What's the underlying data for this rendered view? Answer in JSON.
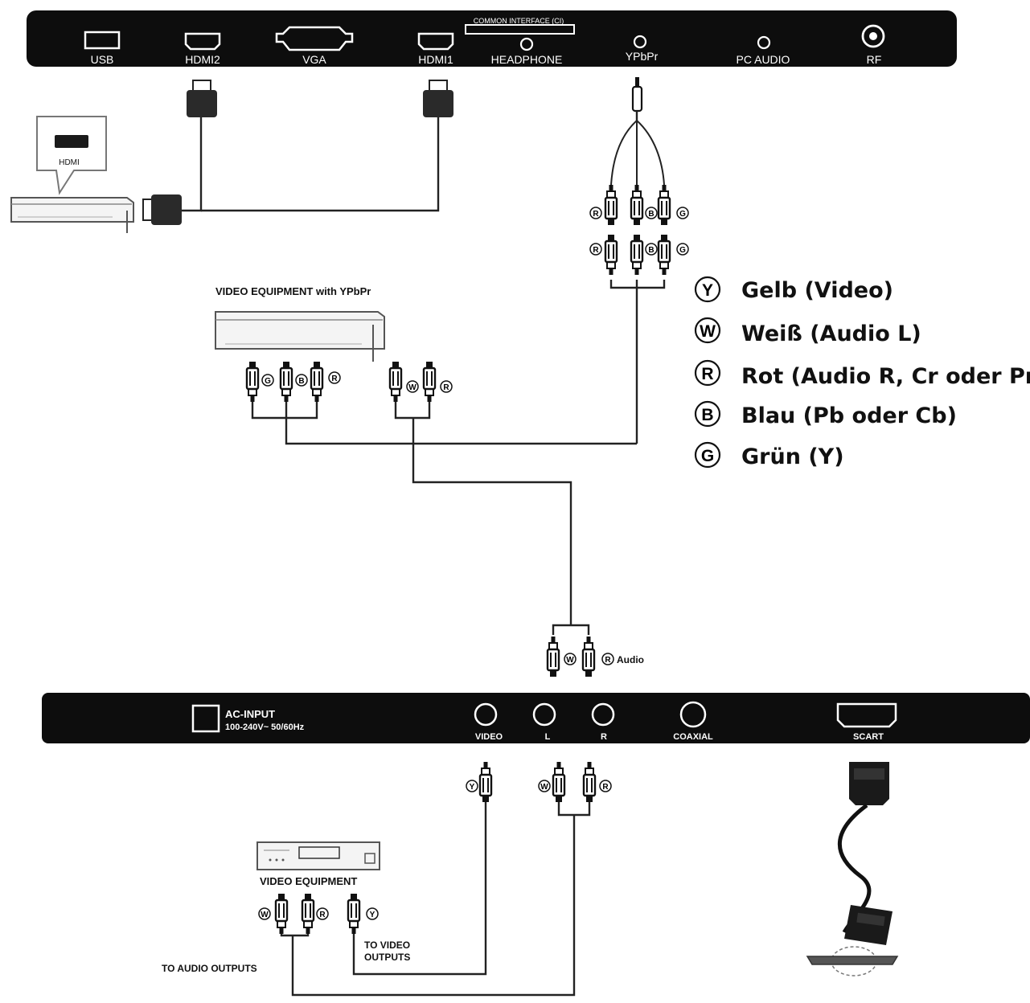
{
  "top_panel": {
    "ci_label": "COMMON INTERFACE (CI)",
    "ports": {
      "usb": "USB",
      "hdmi2": "HDMI2",
      "vga": "VGA",
      "hdmi1": "HDMI1",
      "headphone": "HEADPHONE",
      "ypbpr": "YPbPr",
      "pc_audio": "PC AUDIO",
      "rf": "RF"
    }
  },
  "hdmi_device": {
    "badge_label": "HDMI"
  },
  "ypbpr_device": {
    "title": "VIDEO EQUIPMENT with YPbPr",
    "plugs": [
      "G",
      "B",
      "R"
    ],
    "audio_plugs": [
      "W",
      "R"
    ]
  },
  "ypbpr_cable": {
    "upper_plugs": [
      "R",
      "B",
      "G"
    ],
    "lower_plugs": [
      "R",
      "B",
      "G"
    ]
  },
  "audio_cable": {
    "plugs": [
      "W",
      "R"
    ],
    "label": "Audio"
  },
  "legend": [
    {
      "letter": "Y",
      "text": "Gelb (Video)"
    },
    {
      "letter": "W",
      "text": "Weiß (Audio L)"
    },
    {
      "letter": "R",
      "text": "Rot (Audio R, Cr oder Pr)"
    },
    {
      "letter": "B",
      "text": "Blau (Pb oder Cb)"
    },
    {
      "letter": "G",
      "text": "Grün (Y)"
    }
  ],
  "bottom_panel": {
    "ac_input_line1": "AC-INPUT",
    "ac_input_line2": "100-240V~  50/60Hz",
    "ports": {
      "video": "VIDEO",
      "l": "L",
      "r": "R",
      "coaxial": "COAXIAL",
      "scart": "SCART"
    }
  },
  "bottom_cables": {
    "video_plug": "Y",
    "audio_plugs": [
      "W",
      "R"
    ]
  },
  "video_equipment": {
    "title": "VIDEO EQUIPMENT",
    "audio_plugs": [
      "W",
      "R"
    ],
    "video_plug": "Y",
    "to_video_line1": "TO VIDEO",
    "to_video_line2": "OUTPUTS",
    "to_audio": "TO AUDIO OUTPUTS"
  }
}
